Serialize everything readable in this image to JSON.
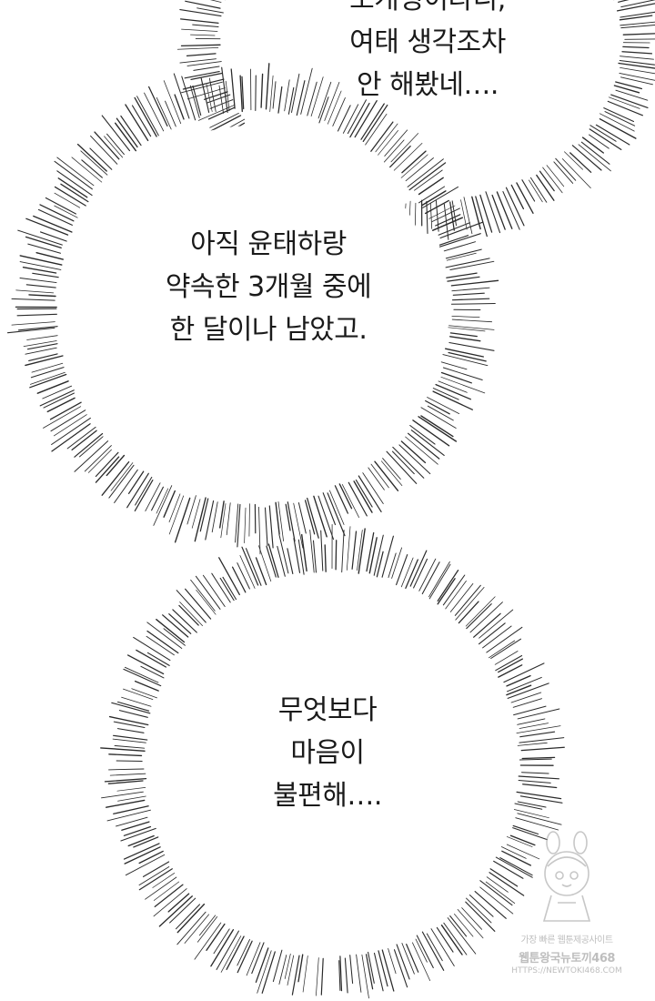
{
  "bubbles": [
    {
      "lines": [
        "소개팅이라니,",
        "여태 생각조차",
        "안 해봤네…."
      ]
    },
    {
      "lines": [
        "아직 윤태하랑",
        "약속한 3개월 중에",
        "한 달이나 남았고."
      ]
    },
    {
      "lines": [
        "무엇보다",
        "마음이",
        "불편해…."
      ]
    }
  ],
  "watermark": {
    "line1": "가장 빠른 웹툰제공사이트",
    "line2": "웹툰왕국뉴토끼468",
    "line3": "HTTPS://NEWTOKI468.COM"
  },
  "colors": {
    "background": "#ffffff",
    "text": "#1a1a1a",
    "burst_stroke": "#2a2a2a",
    "watermark": "#8a8a8a"
  }
}
